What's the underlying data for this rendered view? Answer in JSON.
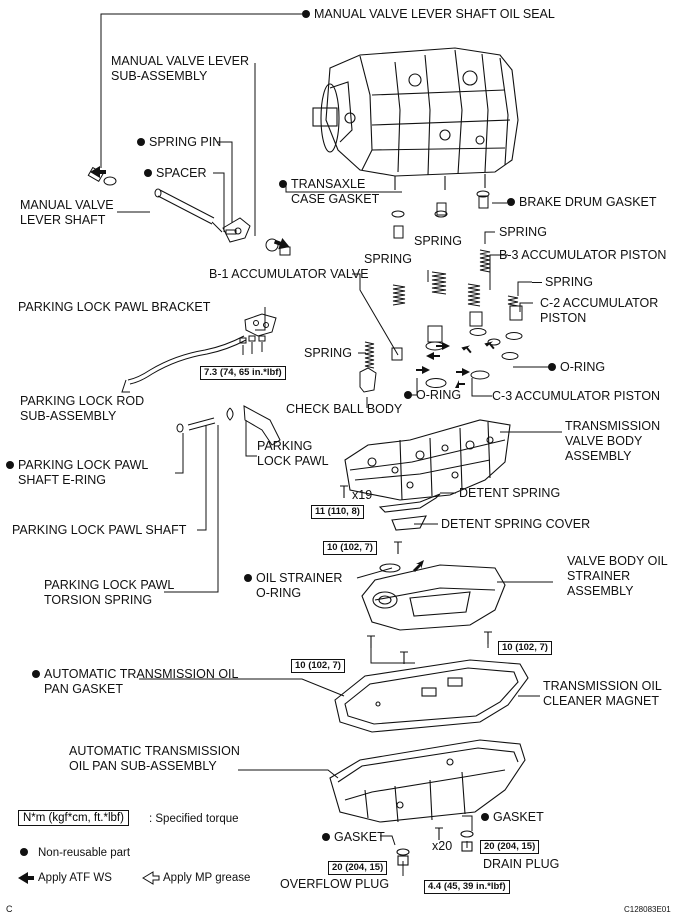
{
  "labels": {
    "manual_valve_lever_shaft_oil_seal": "MANUAL VALVE LEVER SHAFT OIL SEAL",
    "manual_valve_lever_sub_1": "MANUAL VALVE LEVER",
    "manual_valve_lever_sub_2": "SUB-ASSEMBLY",
    "spring_pin": "SPRING PIN",
    "spacer": "SPACER",
    "manual_valve_lever_shaft_1": "MANUAL VALVE",
    "manual_valve_lever_shaft_2": "LEVER SHAFT",
    "transaxle_case_gasket_1": "TRANSAXLE",
    "transaxle_case_gasket_2": "CASE GASKET",
    "brake_drum_gasket": "BRAKE DRUM GASKET",
    "spring_a": "SPRING",
    "spring_b": "SPRING",
    "spring_c": "SPRING",
    "spring_d": "SPRING",
    "spring_e": "SPRING",
    "b3_accumulator_piston": "B-3 ACCUMULATOR PISTON",
    "b1_accumulator_valve": "B-1 ACCUMULATOR VALVE",
    "c2_accumulator_piston_1": "C-2 ACCUMULATOR",
    "c2_accumulator_piston_2": "PISTON",
    "parking_lock_pawl_bracket": "PARKING LOCK PAWL BRACKET",
    "o_ring_a": "O-RING",
    "o_ring_b": "O-RING",
    "c3_accumulator_piston": "C-3 ACCUMULATOR PISTON",
    "check_ball_body": "CHECK BALL BODY",
    "parking_lock_rod_1": "PARKING LOCK ROD",
    "parking_lock_rod_2": "SUB-ASSEMBLY",
    "transmission_valve_body_1": "TRANSMISSION",
    "transmission_valve_body_2": "VALVE BODY",
    "transmission_valve_body_3": "ASSEMBLY",
    "parking_lock_pawl_1": "PARKING",
    "parking_lock_pawl_2": "LOCK PAWL",
    "parking_lock_pawl_shaft_ering_1": "PARKING LOCK PAWL",
    "parking_lock_pawl_shaft_ering_2": "SHAFT E-RING",
    "detent_spring": "DETENT SPRING",
    "detent_spring_cover": "DETENT SPRING COVER",
    "parking_lock_pawl_shaft": "PARKING LOCK PAWL SHAFT",
    "parking_lock_pawl_torsion_1": "PARKING LOCK PAWL",
    "parking_lock_pawl_torsion_2": "TORSION SPRING",
    "oil_strainer_oring_1": "OIL STRAINER",
    "oil_strainer_oring_2": "O-RING",
    "valve_body_oil_strainer_1": "VALVE BODY OIL",
    "valve_body_oil_strainer_2": "STRAINER",
    "valve_body_oil_strainer_3": "ASSEMBLY",
    "at_oil_pan_gasket_1": "AUTOMATIC TRANSMISSION OIL",
    "at_oil_pan_gasket_2": "PAN GASKET",
    "oil_cleaner_magnet_1": "TRANSMISSION OIL",
    "oil_cleaner_magnet_2": "CLEANER MAGNET",
    "at_oil_pan_sub_1": "AUTOMATIC TRANSMISSION",
    "at_oil_pan_sub_2": "OIL PAN SUB-ASSEMBLY",
    "gasket_a": "GASKET",
    "gasket_b": "GASKET",
    "drain_plug": "DRAIN PLUG",
    "overflow_plug": "OVERFLOW PLUG",
    "x19": "x19",
    "x20": "x20"
  },
  "torque": {
    "bracket": "7.3 (74, 65 in.*lbf)",
    "valve_body": "11 (110, 8)",
    "detent_cover": "10 (102, 7)",
    "strainer_right": "10 (102, 7)",
    "strainer_left": "10 (102, 7)",
    "gasket_left": "20 (204, 15)",
    "drain": "20 (204, 15)",
    "pan": "4.4 (45, 39 in.*lbf)"
  },
  "legend": {
    "unit_box": "N*m (kgf*cm, ft.*lbf)",
    "unit_text": ": Specified torque",
    "nonreusable": "Non-reusable part",
    "atf": "Apply ATF WS",
    "mp": "Apply MP grease"
  },
  "footer": {
    "left": "C",
    "code": "C128083E01"
  }
}
